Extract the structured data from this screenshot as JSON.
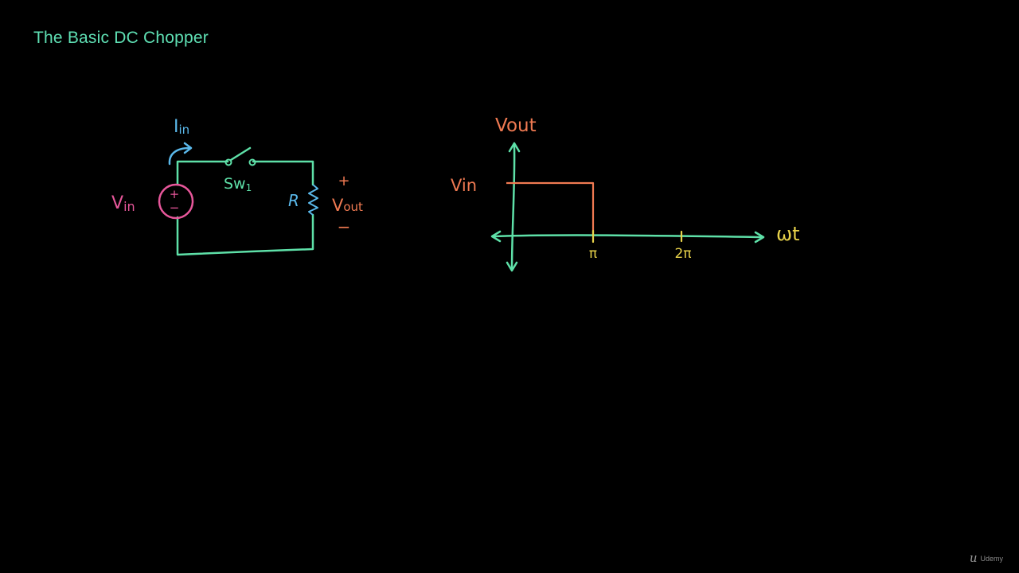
{
  "title": "The Basic DC Chopper",
  "colors": {
    "wire": "#5ee0a8",
    "source": "#e8579b",
    "current": "#5ab8ea",
    "switch_label": "#5ee0a8",
    "resistor": "#5ab8ea",
    "vout": "#f07a52",
    "axis": "#5ee0a8",
    "waveform": "#f07a52",
    "ticks": "#e8d24a"
  },
  "circuit": {
    "current_label": "I",
    "current_sub": "in",
    "source_label": "V",
    "source_sub": "in",
    "source_plus": "+",
    "source_minus": "−",
    "switch_label": "Sw",
    "switch_sub": "1",
    "resistor_label": "R",
    "vout_plus": "+",
    "vout_label": "V",
    "vout_sub": "out",
    "vout_minus": "−"
  },
  "graph": {
    "y_axis_label": "Vout",
    "x_axis_label": "ωt",
    "level_label": "Vin",
    "tick_labels": [
      "π",
      "2π"
    ]
  },
  "chart_data": {
    "type": "line",
    "title": "",
    "xlabel": "ωt",
    "ylabel": "Vout",
    "x_ticks": [
      "π",
      "2π"
    ],
    "series": [
      {
        "x": [
          "0",
          "π",
          "π",
          "2π"
        ],
        "y": [
          "Vin",
          "Vin",
          "0",
          "0"
        ]
      }
    ]
  },
  "watermark": {
    "icon": "udemy-logo-icon",
    "text": "Udemy"
  }
}
